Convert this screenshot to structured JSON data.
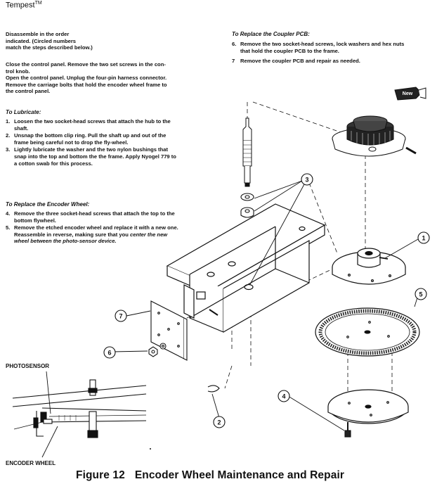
{
  "header": {
    "title": "Tempest",
    "trademark": "TM"
  },
  "intro": {
    "lines": [
      "Disassemble in the order",
      "indicated. (Circled numbers",
      "match the steps described below.)"
    ]
  },
  "close_steps": {
    "line1": "Close the control panel. Remove the two set screws in the con-",
    "line2": "trol knob.",
    "line3": "Open the control panel. Unplug the four-pin harness connector.",
    "line4": "Remove the carriage bolts that hold the encoder wheel frame to",
    "line5": "the control panel."
  },
  "lubricate": {
    "heading": "To Lubricate:",
    "steps": [
      {
        "num": "1.",
        "text": "Loosen the two socket-head screws that attach the hub to the shaft."
      },
      {
        "num": "2.",
        "text": "Unsnap the bottom clip ring. Pull the shaft up and out of the frame being careful not to drop the fly-wheel."
      },
      {
        "num": "3.",
        "text": "Lightly lubricate the washer and the two nylon bushings that snap into the top and bottom the the frame. Apply Nyogel 779 to a cotton swab for this process."
      }
    ]
  },
  "encoder": {
    "heading": "To Replace the Encoder Wheel:",
    "steps": [
      {
        "num": "4.",
        "text": "Remove the three socket-head screws that attach the top to the bottom flywheel."
      },
      {
        "num": "5.",
        "text_a": "Remove the etched encoder wheel and replace it with a new one. Reassemble in reverse, making sure that you ",
        "text_b": "center the new wheel between the photo-sensor device."
      }
    ]
  },
  "coupler": {
    "heading": "To Replace the Coupler PCB:",
    "steps": [
      {
        "num": "6.",
        "text": "Remove the two socket-head screws, lock washers and hex nuts that hold the coupler PCB to the frame."
      },
      {
        "num": "7",
        "text": "Remove the coupler PCB and repair as needed."
      }
    ]
  },
  "diagram": {
    "callouts": [
      "1",
      "2",
      "3",
      "4",
      "5",
      "6",
      "7"
    ],
    "badge": "New",
    "label_photosensor": "PHOTOSENSOR",
    "label_encoder_wheel": "ENCODER WHEEL"
  },
  "caption": {
    "figure": "Figure 12",
    "title": "Encoder Wheel Maintenance and Repair"
  }
}
